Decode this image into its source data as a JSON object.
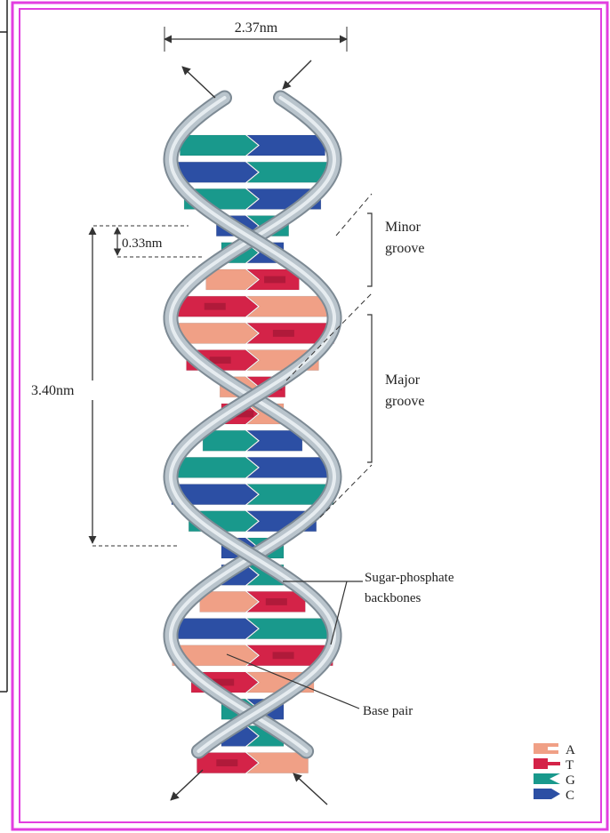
{
  "colors": {
    "frame": "#e23ee0",
    "backbone": "#b9c4cc",
    "backbone_edge": "#7d8a94",
    "adenine": "#f0a086",
    "thymine": "#d42348",
    "guanine": "#19998c",
    "cytosine": "#2c4fa4",
    "line": "#333333"
  },
  "labels": {
    "width": "2.37nm",
    "rise": "0.33nm",
    "pitch": "3.40nm",
    "minor_groove": [
      "Minor",
      "groove"
    ],
    "major_groove": [
      "Major",
      "groove"
    ],
    "backbones": [
      "Sugar-phosphate",
      "backbones"
    ],
    "base_pair": "Base pair"
  },
  "legend": [
    {
      "letter": "A",
      "icon": "adenine-icon",
      "color": "#f0a086"
    },
    {
      "letter": "T",
      "icon": "thymine-icon",
      "color": "#d42348"
    },
    {
      "letter": "G",
      "icon": "guanine-icon",
      "color": "#19998c"
    },
    {
      "letter": "C",
      "icon": "cytosine-icon",
      "color": "#2c4fa4"
    }
  ],
  "base_sequence": [
    "G",
    "C",
    "G",
    "C",
    "G",
    "A",
    "T",
    "A",
    "T",
    "A",
    "T",
    "G",
    "G",
    "C",
    "G",
    "C",
    "C",
    "A",
    "C",
    "A",
    "T",
    "G",
    "C",
    "T"
  ]
}
